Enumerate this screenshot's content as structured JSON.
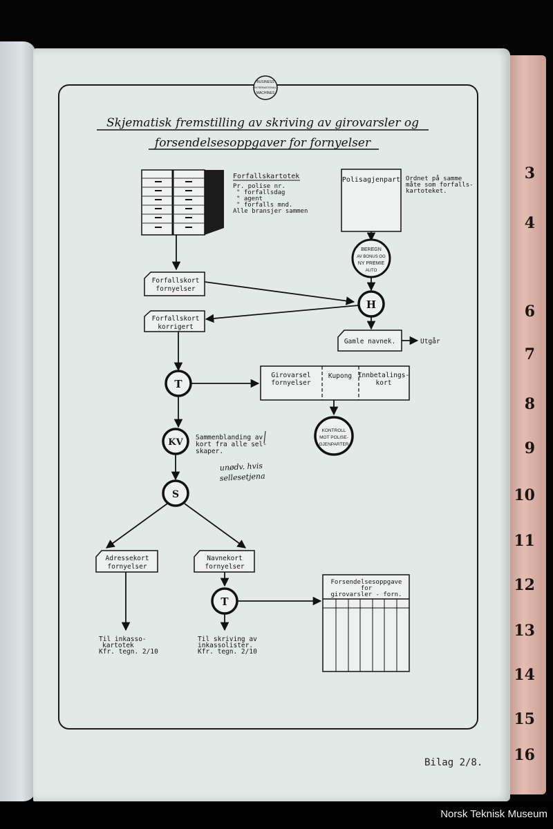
{
  "logo": {
    "line1": "BUSINESS",
    "line2": "INTERNATIONAL",
    "line3": "MACHINES"
  },
  "title": {
    "line1": "Skjematisk fremstilling av skriving av girovarsler og",
    "line2": "forsendelsesoppgaver for fornyelser"
  },
  "cabinet": {
    "label": "Forfallskartotek",
    "notes": [
      "Pr. polise nr.",
      "\"  forfallsdag",
      "\"  agent",
      "\"  forfalls mnd.",
      "Alle bransjer sammen"
    ]
  },
  "polisagjenpart": {
    "label": "Polisagjenpart",
    "note_line1": "Ordnet på samme",
    "note_line2": "måte som forfalls-",
    "note_line3": "kartoteket."
  },
  "beregn": {
    "line1": "BEREGN",
    "line2": "AV BONUS OG",
    "line3": "NY PREMIE",
    "line4": "AUTO"
  },
  "card_fornyelser": {
    "line1": "Forfallskort",
    "line2": "fornyelser"
  },
  "card_korrigert": {
    "line1": "Forfallskort",
    "line2": "korrigert"
  },
  "node_h": "H",
  "gamle": {
    "label": "Gamle navnek.",
    "out": "Utgår"
  },
  "node_t1": "T",
  "giro": {
    "cell1_line1": "Girovarsel",
    "cell1_line2": "fornyelser",
    "cell2": "Kupong",
    "cell3_line1": "Innbetalings-",
    "cell3_line2": "kort"
  },
  "kontroll": {
    "line1": "KONTROLL",
    "line2": "MOT POLISE-",
    "line3": "GJENPARTER"
  },
  "node_kv": "KV",
  "kv_note": {
    "line1": "Sammenblanding av",
    "line2": "kort fra alle sel-",
    "line3": "skaper."
  },
  "handwriting": {
    "line1": "unødv. hvis",
    "line2": "sellesetjena"
  },
  "node_s": "S",
  "adresse": {
    "line1": "Adressekort",
    "line2": "fornyelser"
  },
  "navnekort": {
    "line1": "Navnekort",
    "line2": "fornyelser"
  },
  "node_t2": "T",
  "forsendelse": {
    "line1": "Forsendelsesoppgave",
    "line2": "for",
    "line3": "girovarsler - forn."
  },
  "til_inkasso": {
    "line1": "Til inkasso-",
    "line2": "kartotek",
    "line3": "Kfr. tegn. 2/10"
  },
  "til_skriving": {
    "line1": "Til skriving av",
    "line2": "inkassolister.",
    "line3": "Kfr. tegn. 2/10"
  },
  "bilag": "Bilag 2/8.",
  "tabs": [
    "3",
    "4",
    "6",
    "7",
    "8",
    "9",
    "10",
    "11",
    "12",
    "13",
    "14",
    "15",
    "16"
  ],
  "museum": "Norsk Teknisk Museum"
}
